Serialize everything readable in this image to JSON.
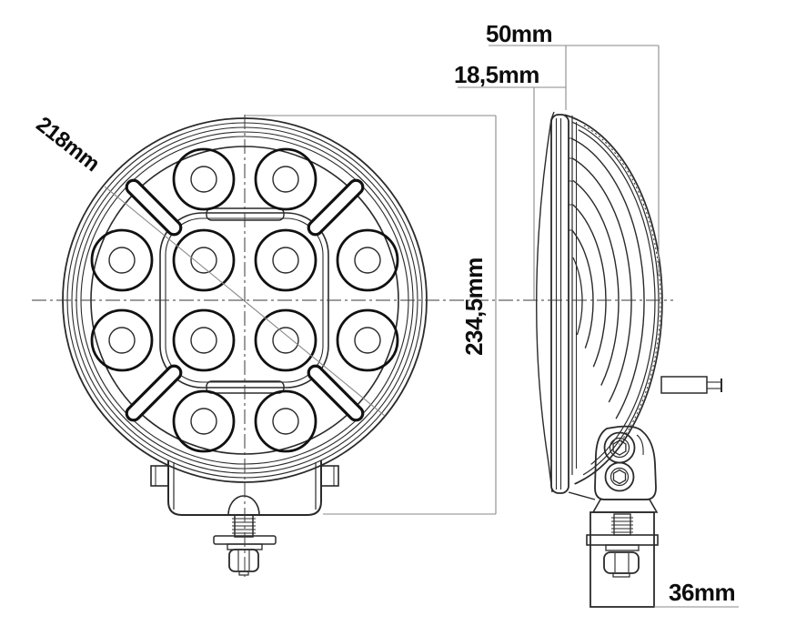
{
  "dimension_labels": {
    "lens_diameter": "218mm",
    "housing_depth": "50mm",
    "lens_protrusion": "18,5mm",
    "overall_height": "234,5mm",
    "bracket_width": "36mm"
  },
  "colors": {
    "background": "#ffffff",
    "drawing_line": "#2a2a2a",
    "bold_line": "#111111",
    "dimension_line": "#8a8a8a",
    "label_text": "#0d0d0d"
  }
}
